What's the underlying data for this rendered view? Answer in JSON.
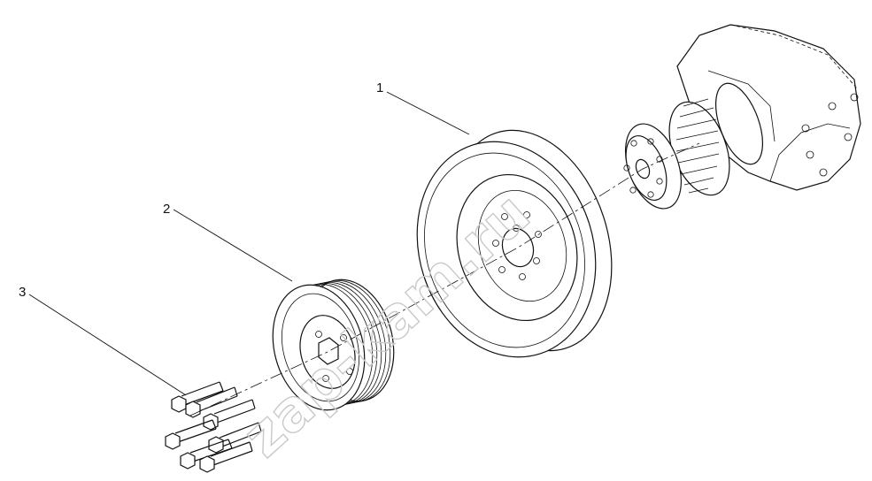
{
  "diagram": {
    "watermark": "zap-kam.ru",
    "callouts": [
      {
        "id": "1",
        "label": "1"
      },
      {
        "id": "2",
        "label": "2"
      },
      {
        "id": "3",
        "label": "3"
      }
    ]
  }
}
